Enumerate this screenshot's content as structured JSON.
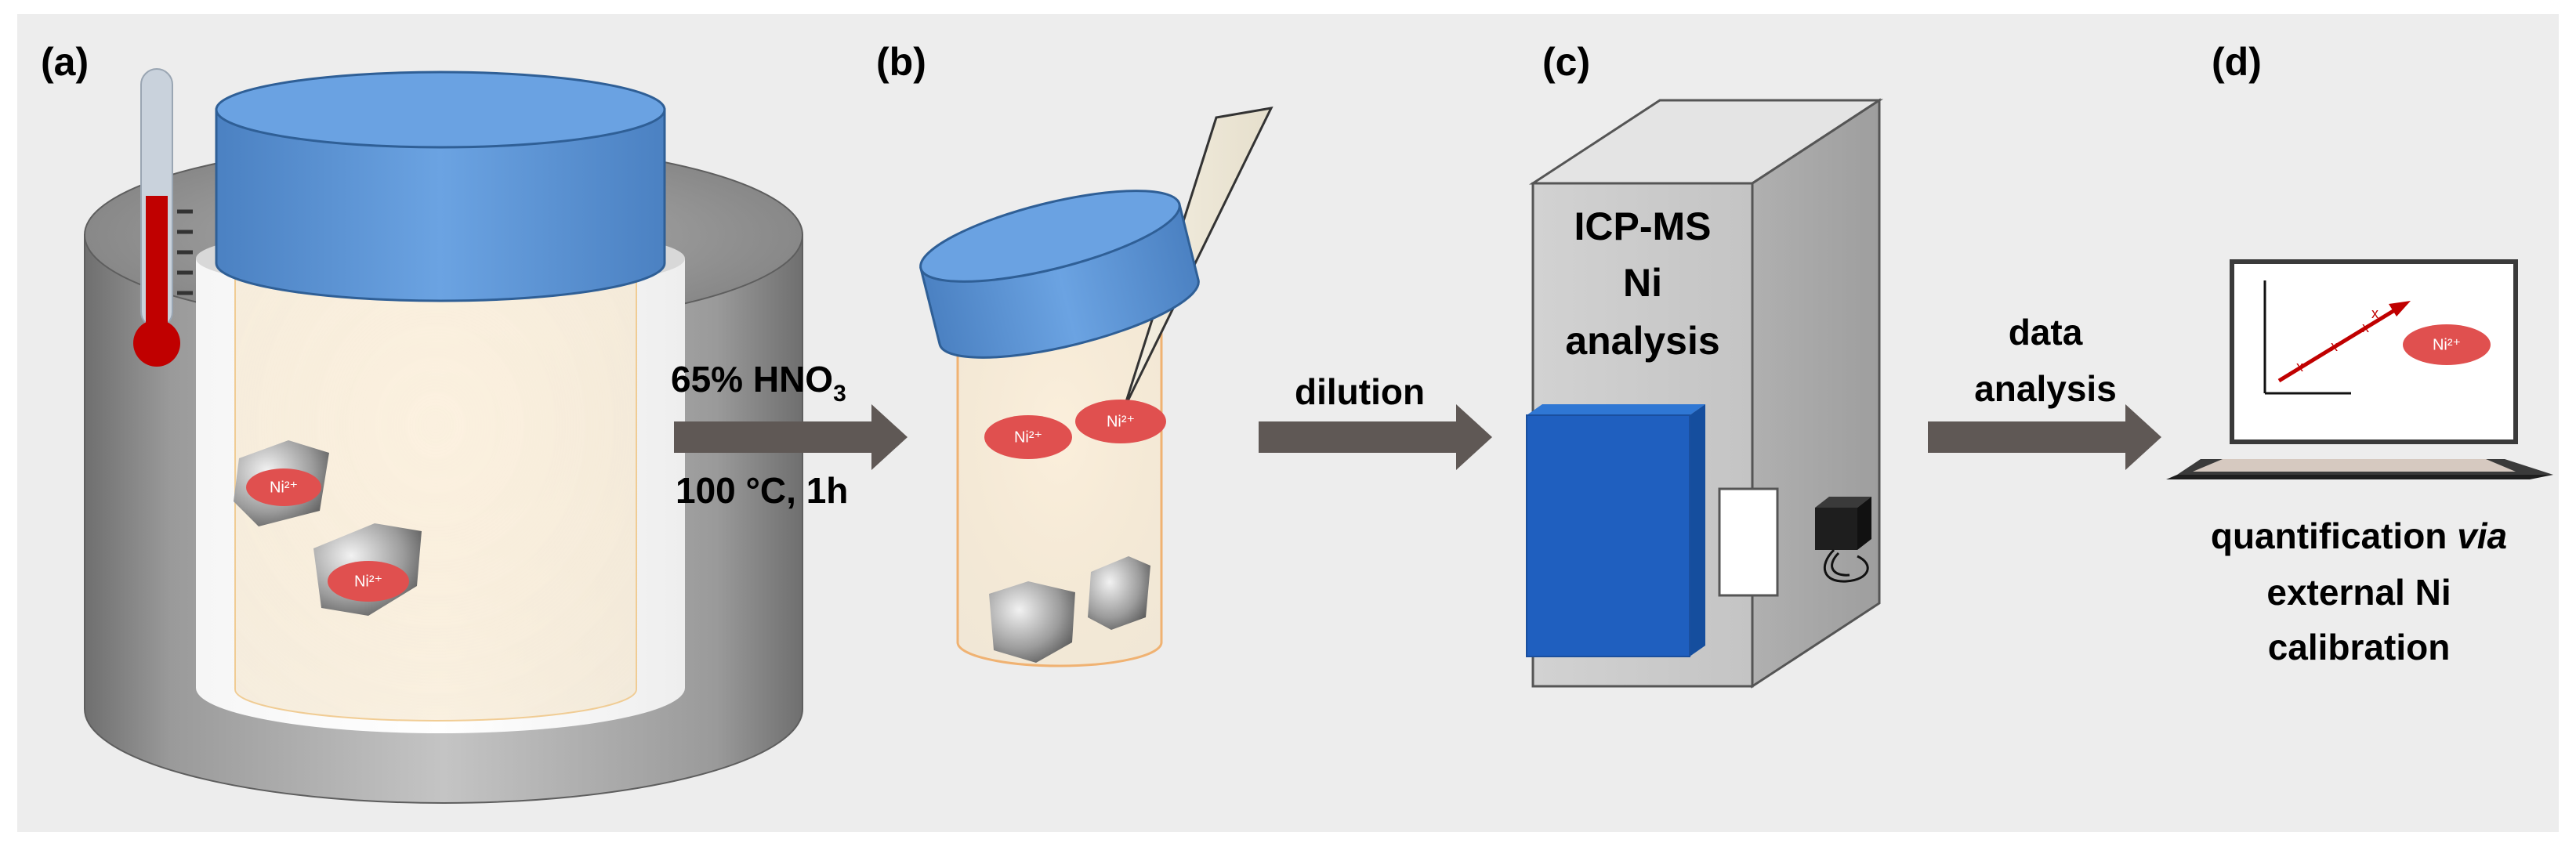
{
  "panels": {
    "a": {
      "label": "(a)"
    },
    "b": {
      "label": "(b)"
    },
    "c": {
      "label": "(c)"
    },
    "d": {
      "label": "(d)"
    }
  },
  "steps": {
    "digest": {
      "line1_prefix": "65% HNO",
      "line1_subscript": "3",
      "line2": "100 °C, 1h"
    },
    "dilution": {
      "text": "dilution"
    },
    "data": {
      "line1": "data",
      "line2": "analysis"
    }
  },
  "instrument": {
    "line1": "ICP-MS",
    "line2": "Ni",
    "line3": "analysis"
  },
  "result": {
    "line1_prefix": "quantification ",
    "line1_italic": "via",
    "line2": "external Ni",
    "line3": "calibration"
  },
  "ion_label": "Ni²⁺",
  "colors": {
    "background": "#ededed",
    "arrow": "#5f5855",
    "lid_blue": "#5b93d6",
    "instrument_blue": "#1f5fbf",
    "ion_red": "#e0504f",
    "thermometer_red": "#c00000",
    "vial_glow": "#f7e7c8"
  }
}
